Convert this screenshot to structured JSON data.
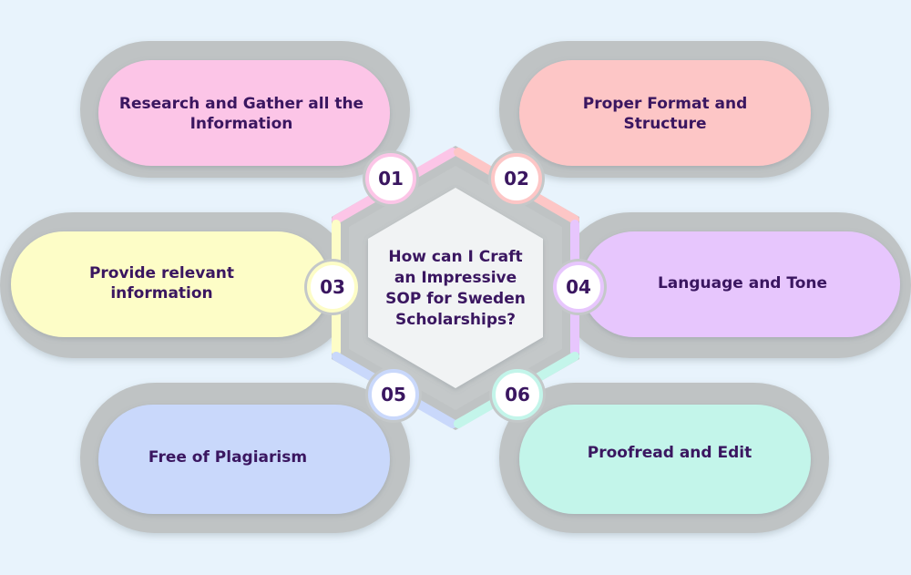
{
  "center": {
    "question": "How can I Craft an Impressive SOP for Sweden Scholarships?"
  },
  "steps": [
    {
      "number": "01",
      "label": "Research and Gather all the Information",
      "color": "#fcc5e7"
    },
    {
      "number": "02",
      "label": "Proper Format and Structure",
      "color": "#fdc6c6"
    },
    {
      "number": "03",
      "label": "Provide relevant information",
      "color": "#fdfdc7"
    },
    {
      "number": "04",
      "label": "Language and Tone",
      "color": "#e7c6fd"
    },
    {
      "number": "05",
      "label": "Free of Plagiarism",
      "color": "#c9d8fb"
    },
    {
      "number": "06",
      "label": "Proofread and Edit",
      "color": "#c3f5ea"
    }
  ],
  "colors": {
    "background": "#e8f3fc",
    "frame": "#bfc3c4",
    "hexagon": "#f1f3f4",
    "text": "#3a1660"
  }
}
